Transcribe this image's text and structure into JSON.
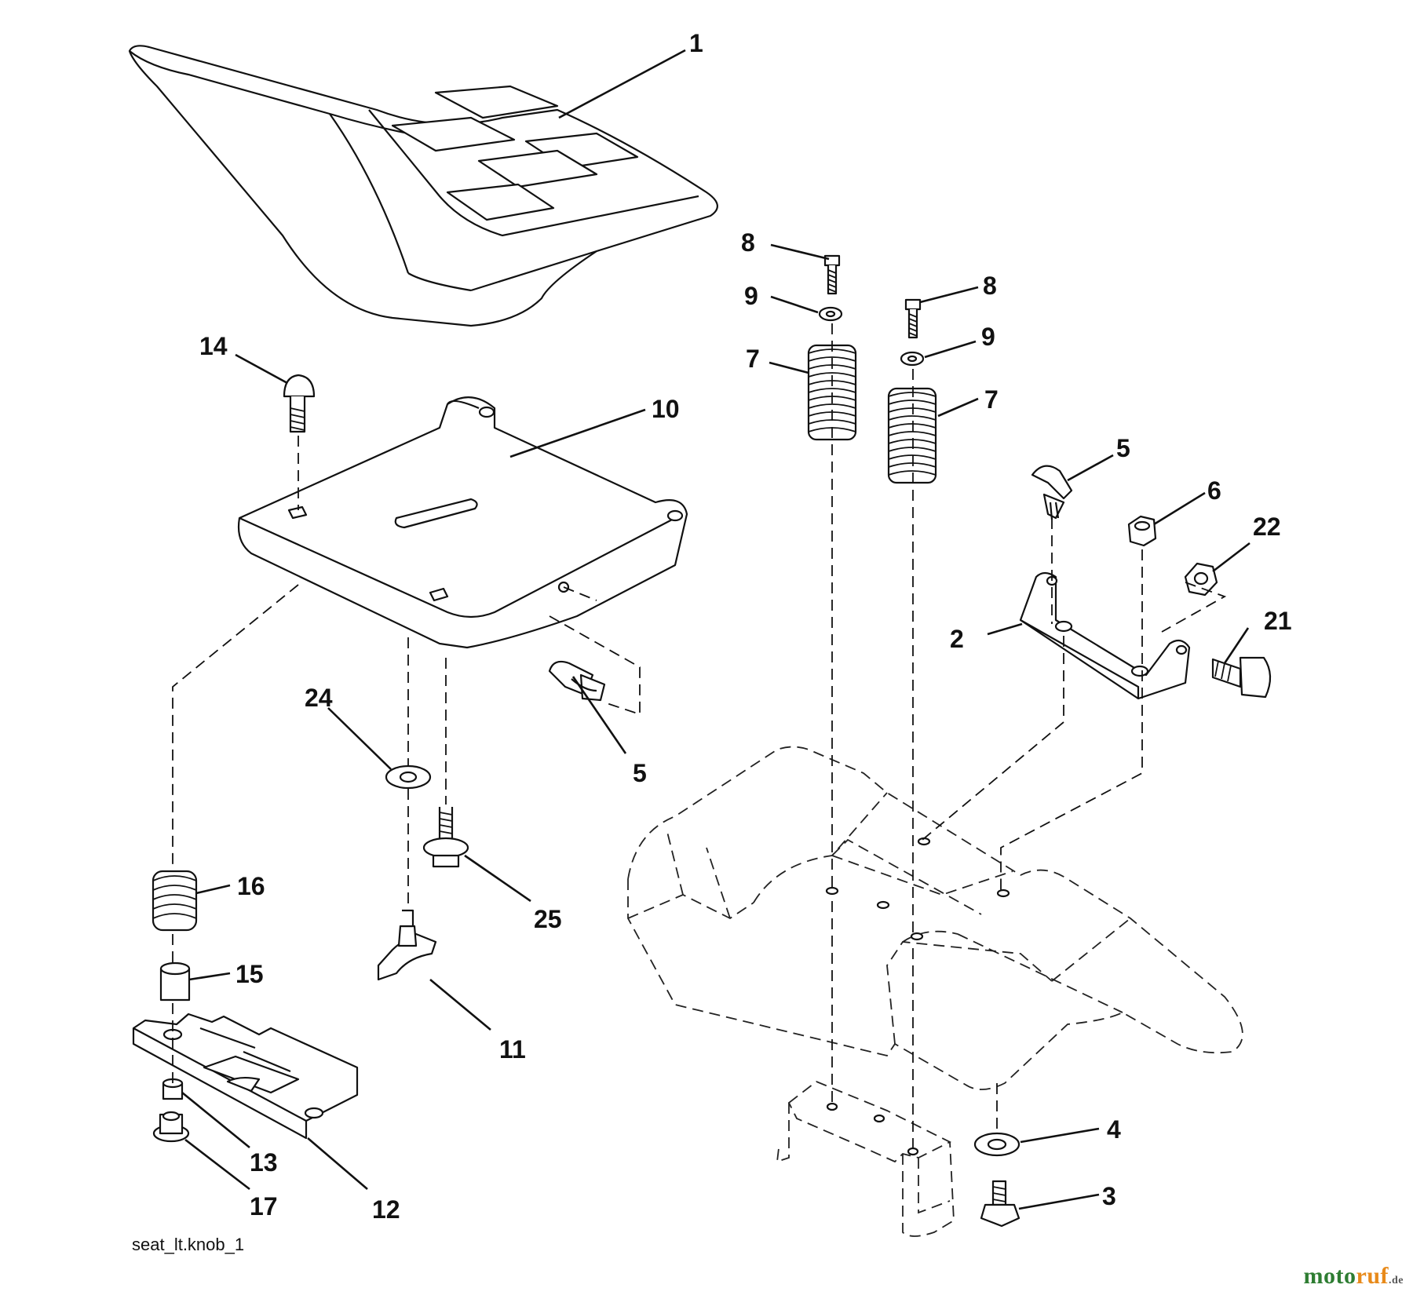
{
  "diagram": {
    "reference_label": "seat_lt.knob_1",
    "callouts": [
      {
        "id": "c1",
        "number": "1"
      },
      {
        "id": "c8a",
        "number": "8"
      },
      {
        "id": "c8b",
        "number": "8"
      },
      {
        "id": "c9a",
        "number": "9"
      },
      {
        "id": "c9b",
        "number": "9"
      },
      {
        "id": "c7a",
        "number": "7"
      },
      {
        "id": "c7b",
        "number": "7"
      },
      {
        "id": "c14",
        "number": "14"
      },
      {
        "id": "c10",
        "number": "10"
      },
      {
        "id": "c5a",
        "number": "5"
      },
      {
        "id": "c5b",
        "number": "5"
      },
      {
        "id": "c6",
        "number": "6"
      },
      {
        "id": "c22",
        "number": "22"
      },
      {
        "id": "c2",
        "number": "2"
      },
      {
        "id": "c21",
        "number": "21"
      },
      {
        "id": "c24",
        "number": "24"
      },
      {
        "id": "c16",
        "number": "16"
      },
      {
        "id": "c25",
        "number": "25"
      },
      {
        "id": "c15",
        "number": "15"
      },
      {
        "id": "c11",
        "number": "11"
      },
      {
        "id": "c13",
        "number": "13"
      },
      {
        "id": "c17",
        "number": "17"
      },
      {
        "id": "c12",
        "number": "12"
      },
      {
        "id": "c4",
        "number": "4"
      },
      {
        "id": "c3",
        "number": "3"
      }
    ]
  },
  "watermark": {
    "part1": "moto",
    "part2": "ruf",
    "part3": ".de"
  }
}
